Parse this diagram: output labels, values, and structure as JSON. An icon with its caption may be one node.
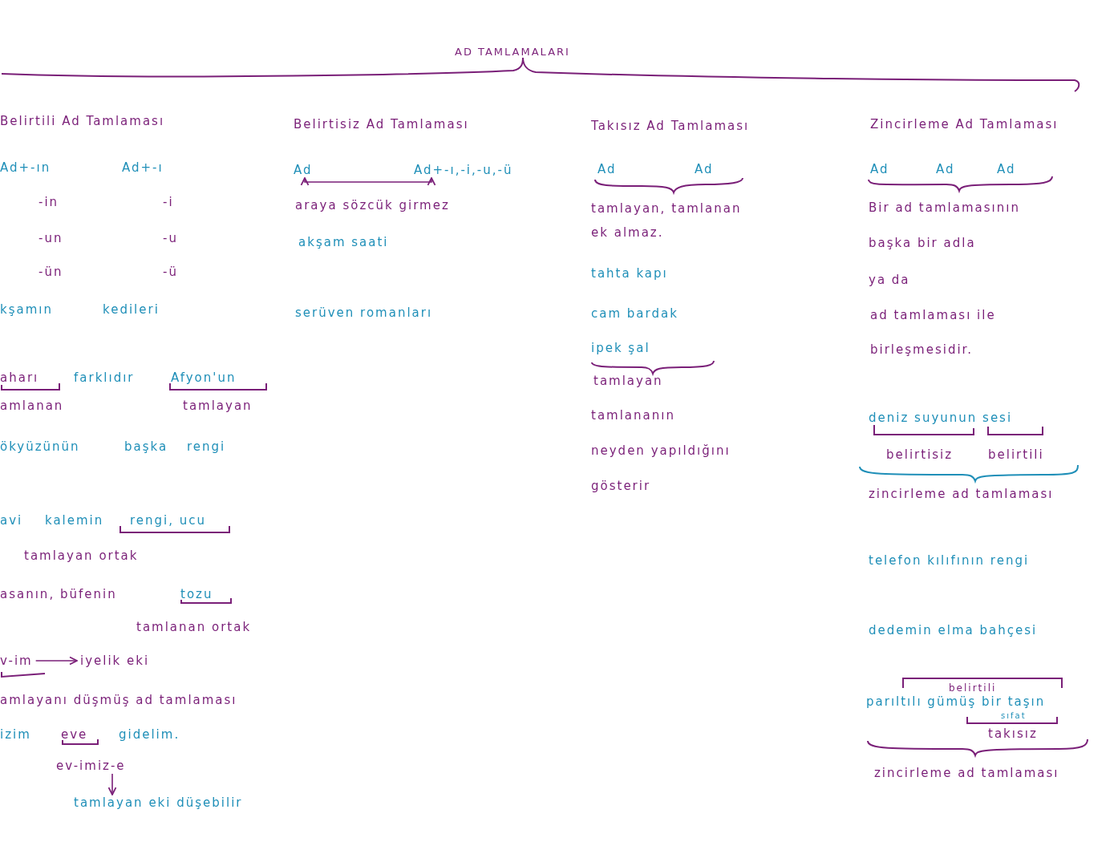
{
  "diagram": {
    "title": "AD TAMLAMALARI",
    "nodes": [
      {
        "text": [
          "Ad"
        ]
      },
      {
        "text": [
          "Ad+-ı,-i,-u,-ü"
        ]
      },
      {
        "text": [
          "v-im"
        ]
      },
      {
        "text": [
          "iyelik eki"
        ]
      },
      {
        "text": [
          "ev-imiz-e"
        ]
      },
      {
        "text": [
          "tamlayan eki düşebilir"
        ]
      }
    ],
    "edges": [
      {
        "from": 0,
        "to": 1,
        "arrow": "both"
      },
      {
        "from": 2,
        "to": 3,
        "arrow": "to"
      },
      {
        "from": 4,
        "to": 5,
        "arrow": "to"
      }
    ],
    "labels": [
      "Belirtili Ad Tamlaması",
      "Ad+-ın",
      "Ad+-ı",
      "-in",
      "-i",
      "-un",
      "-u",
      "-ün",
      "-ü",
      "kşamın",
      "kedileri",
      "aharı",
      "farklıdır",
      "Afyon'un",
      "amlanan",
      "tamlayan",
      "ökyüzünün",
      "başka",
      "rengi",
      "avi",
      "kalemin",
      "rengi, ucu",
      "tamlayan ortak",
      "asanın, büfenin",
      "tozu",
      "tamlanan ortak",
      "amlayanı düşmüş ad tamlaması",
      "izim",
      "eve",
      "gidelim.",
      "Belirtisiz Ad Tamlaması",
      "araya sözcük girmez",
      "akşam saati",
      "serüven romanları",
      "Takısız Ad Tamlaması",
      "Ad",
      "Ad",
      "tamlayan, tamlanan ek almaz.",
      "tahta kapı",
      "cam bardak",
      "ipek şal",
      "tamlayan",
      "tamlananın",
      "neyden yapıldığını",
      "gösterir",
      "Zincirleme Ad Tamlaması",
      "Ad",
      "Ad",
      "Ad",
      "Bir ad tamlamasının",
      "başka bir adla",
      "ya da",
      "ad tamlaması ile",
      "birleşmesidir.",
      "deniz suyunun sesi",
      "belirtisiz",
      "belirtili",
      "zincirleme ad tamlaması",
      "telefon kılıfının rengi",
      "dedemin elma bahçesi",
      "belirtili",
      "parıltılı gümüş bir taşın",
      "sıfat",
      "takısız",
      "zincirleme ad tamlaması"
    ]
  }
}
